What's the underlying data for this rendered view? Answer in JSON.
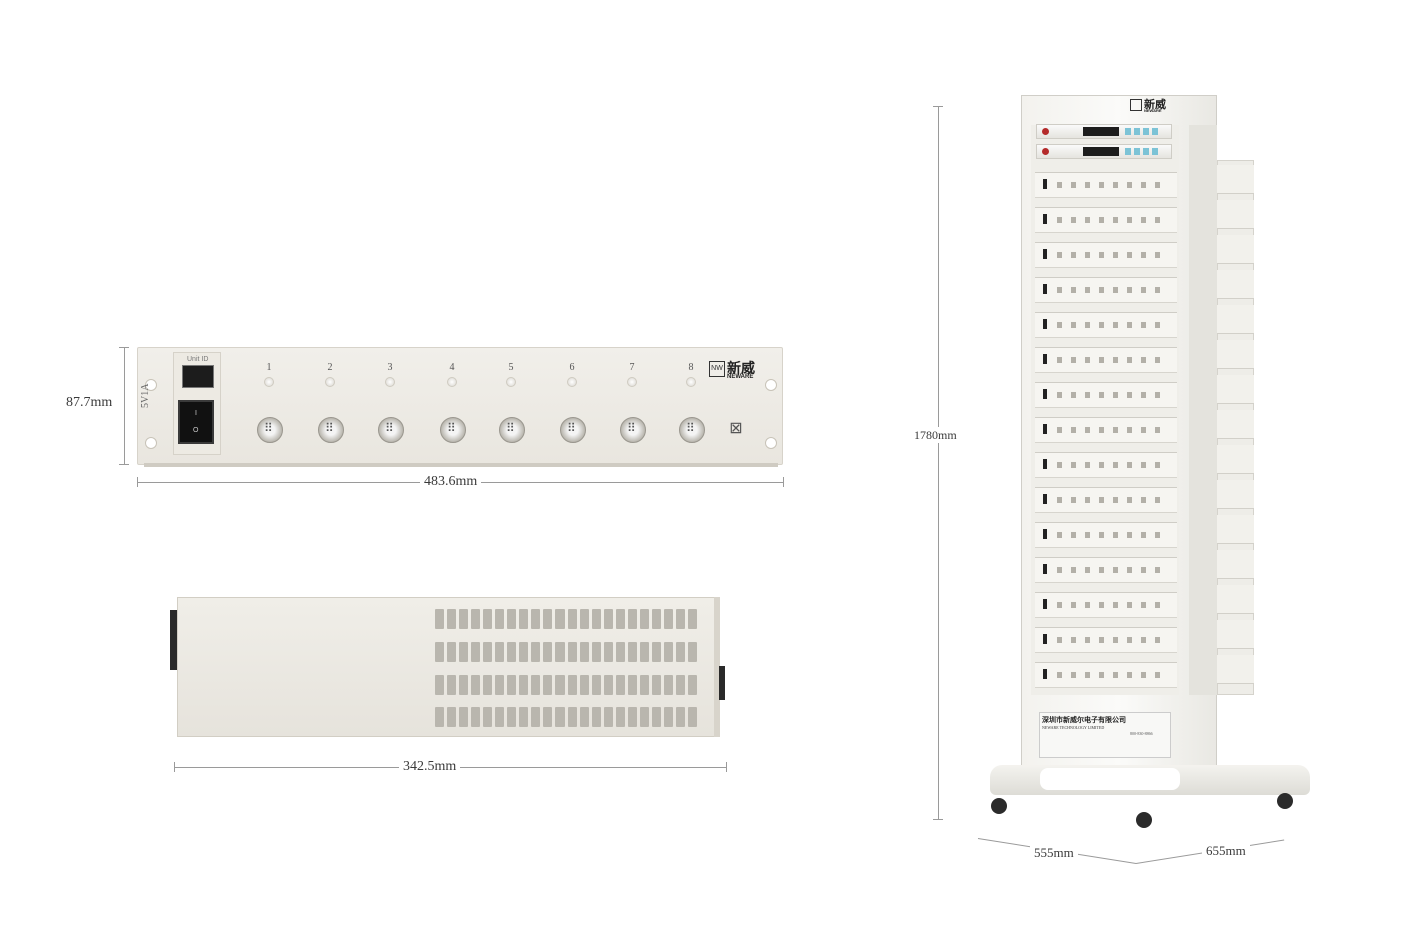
{
  "dimensions": {
    "front_height": "87.7mm",
    "front_width": "483.6mm",
    "side_depth": "342.5mm",
    "rack_height": "1780mm",
    "rack_width": "555mm",
    "rack_depth": "655mm"
  },
  "front_panel": {
    "unit_id_label": "Unit ID",
    "side_label": "5V1A",
    "switch_on": "I",
    "switch_off": "O",
    "channels": [
      "1",
      "2",
      "3",
      "4",
      "5",
      "6",
      "7",
      "8"
    ],
    "brand_cn": "新威",
    "brand_en": "NEWARE",
    "brand_mark": "NW",
    "pin_diagram": "⊠"
  },
  "rack": {
    "brand_cn": "新威",
    "brand_en": "NEWARE",
    "brand_mark": "NW",
    "nameplate_title": "深圳市新威尔电子有限公司",
    "nameplate_subtitle": "NEWARE TECHNOLOGY LIMITED",
    "nameplate_phone": "800-830-8866"
  },
  "colors": {
    "panel": "#ece9e2",
    "led": "#d8d5ce",
    "switch": "#111111",
    "control_button": "#7cc3d6",
    "power_indicator": "#b42a2a"
  }
}
